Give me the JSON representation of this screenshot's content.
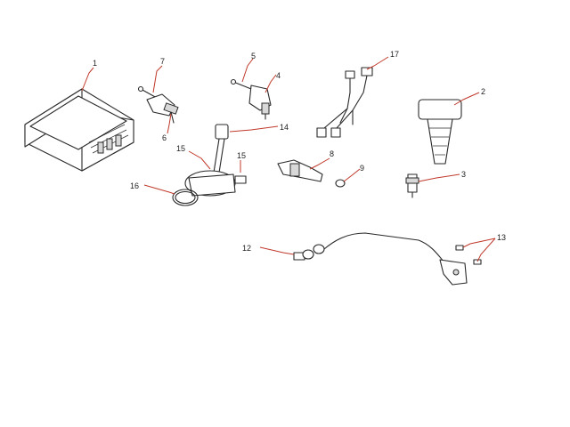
{
  "callouts": {
    "c1": "1",
    "c2": "2",
    "c3": "3",
    "c4": "4",
    "c5": "5",
    "c6": "6",
    "c7": "7",
    "c8": "8",
    "c9": "9",
    "c12": "12",
    "c13": "13",
    "c14": "14",
    "c15a": "15",
    "c15b": "15",
    "c16": "16",
    "c17": "17"
  },
  "colors": {
    "line": "#2a2a2a",
    "leader": "#c0392b",
    "background": "#ffffff"
  }
}
